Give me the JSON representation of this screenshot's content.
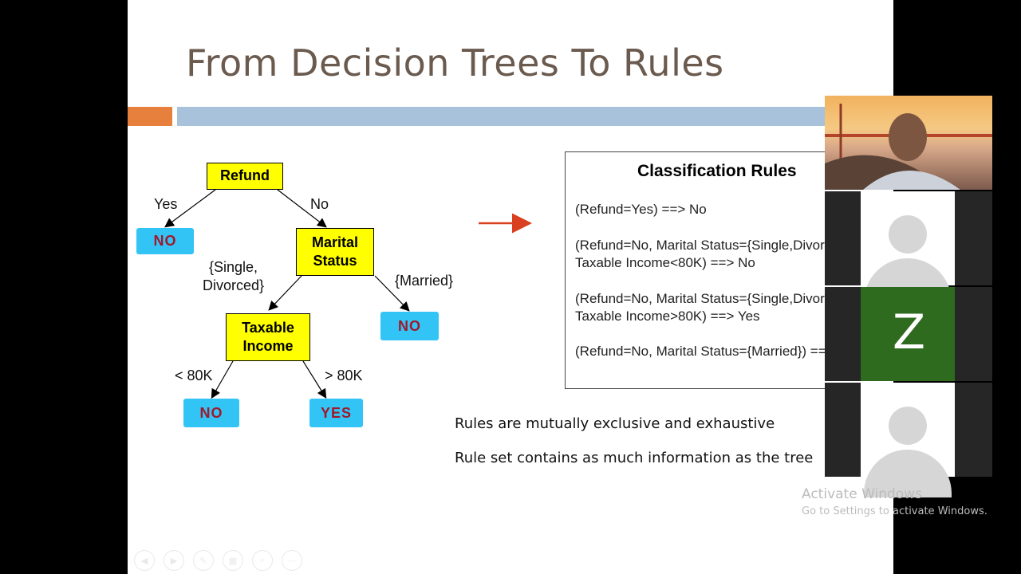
{
  "slide": {
    "title": "From Decision Trees To Rules",
    "tree": {
      "root": "Refund",
      "marital": "Marital\nStatus",
      "income": "Taxable\nIncome",
      "leaf_no_1": "NO",
      "leaf_no_2": "NO",
      "leaf_no_3": "NO",
      "leaf_yes": "YES",
      "edge_yes": "Yes",
      "edge_no": "No",
      "edge_single_divorced": "{Single,\nDivorced}",
      "edge_married": "{Married}",
      "edge_lt80k": "< 80K",
      "edge_gt80k": "> 80K"
    },
    "rules_box": {
      "title": "Classification Rules",
      "rules": [
        "(Refund=Yes) ==> No",
        "(Refund=No, Marital Status={Single,Divorced},",
        "Taxable Income<80K) ==> No",
        "(Refund=No, Marital Status={Single,Divorced},",
        "Taxable Income>80K) ==> Yes",
        "(Refund=No, Marital Status={Married}) ==> No"
      ]
    },
    "notes": [
      "Rules are mutually exclusive and exhaustive",
      "Rule set contains as much information as the tree"
    ],
    "colors": {
      "title": "#6b5a4e",
      "accent_orange": "#e7803c",
      "accent_blue": "#a9c2dc",
      "node_fill": "#ffff00",
      "leaf_fill": "#33c4f6",
      "leaf_text": "#a1182a",
      "arrow": "#d9401f"
    }
  },
  "video": {
    "participant_z": "Z"
  },
  "watermark": {
    "title": "Activate Windows",
    "subtitle": "Go to Settings to activate Windows."
  }
}
